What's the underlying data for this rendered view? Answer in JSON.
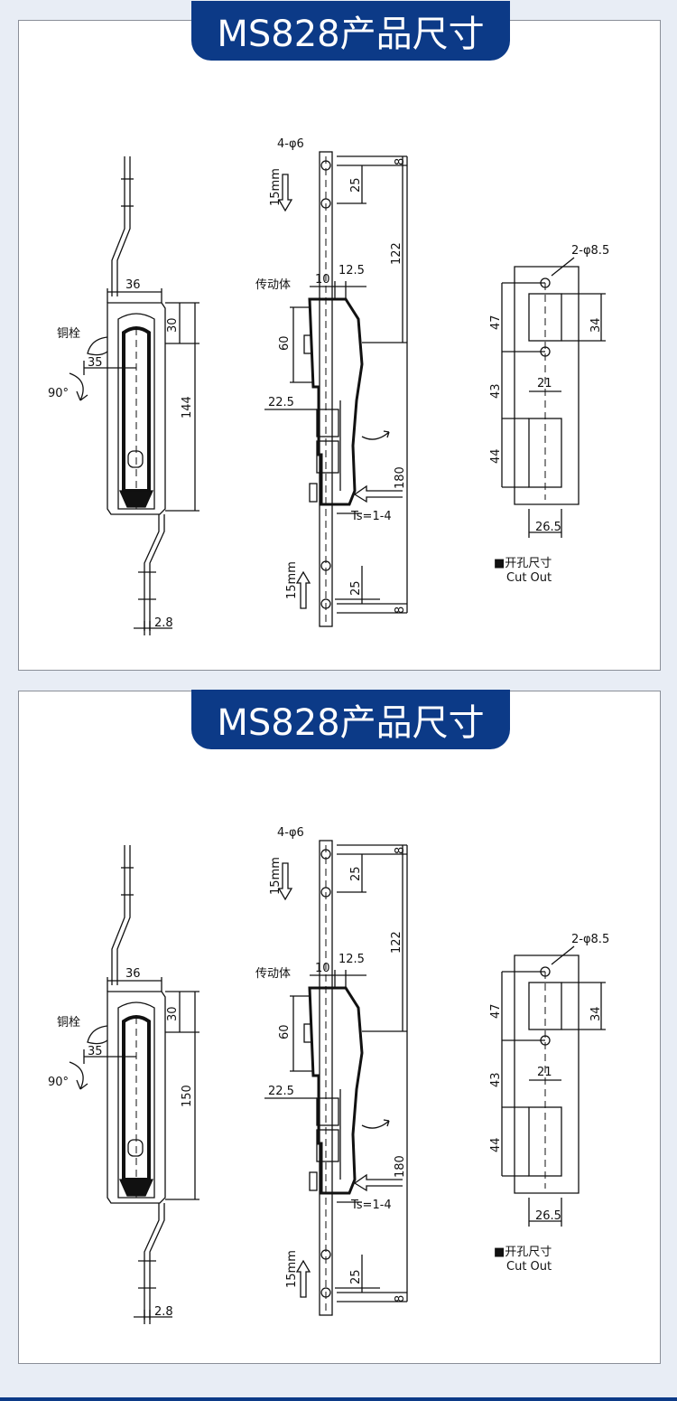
{
  "panels": [
    {
      "title": "MS828产品尺寸",
      "front": {
        "width": "36",
        "top_h": "30",
        "height": "144",
        "label_bolt": "铜栓",
        "offset": "35",
        "angle": "90°",
        "rod": "2.8"
      },
      "side": {
        "holes": "4-φ6",
        "stroke_top": "15mm",
        "stroke_bottom": "15mm",
        "top_gap": "8",
        "pitch_top": "25",
        "length": "122",
        "body_label": "传动体",
        "w1": "10",
        "w2": "12.5",
        "h60": "60",
        "d22": "22.5",
        "total": "180",
        "ts": "Ts=1-4",
        "pitch_bottom": "25",
        "bottom_gap": "8"
      },
      "cutout": {
        "holes": "2-φ8.5",
        "h47": "47",
        "h34": "34",
        "h43": "43",
        "w21": "21",
        "h44": "44",
        "w26": "26.5",
        "label_cn": "■开孔尺寸",
        "label_en": "Cut Out"
      }
    },
    {
      "title": "MS828产品尺寸",
      "front": {
        "width": "36",
        "top_h": "30",
        "height": "150",
        "label_bolt": "铜栓",
        "offset": "35",
        "angle": "90°",
        "rod": "2.8"
      },
      "side": {
        "holes": "4-φ6",
        "stroke_top": "15mm",
        "stroke_bottom": "15mm",
        "top_gap": "8",
        "pitch_top": "25",
        "length": "122",
        "body_label": "传动体",
        "w1": "10",
        "w2": "12.5",
        "h60": "60",
        "d22": "22.5",
        "total": "180",
        "ts": "Ts=1-4",
        "pitch_bottom": "25",
        "bottom_gap": "8"
      },
      "cutout": {
        "holes": "2-φ8.5",
        "h47": "47",
        "h34": "34",
        "h43": "43",
        "w21": "21",
        "h44": "44",
        "w26": "26.5",
        "label_cn": "■开孔尺寸",
        "label_en": "Cut Out"
      }
    }
  ]
}
